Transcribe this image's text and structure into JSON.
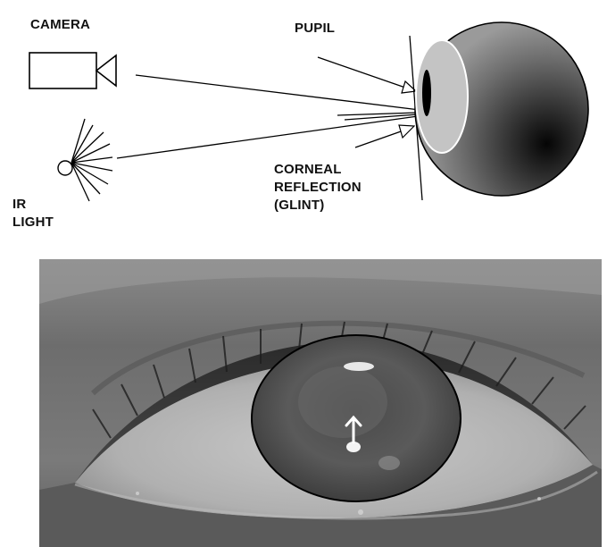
{
  "diagram": {
    "camera_label": "CAMERA",
    "pupil_label": "PUPIL",
    "corneal_reflection_label_lines": [
      "CORNEAL",
      "REFLECTION",
      "(GLINT)"
    ],
    "ir_light_label_lines": [
      "IR",
      "LIGHT"
    ]
  },
  "photo": {
    "subject": "eye-closeup",
    "overlay": [
      "iris-circle",
      "gaze-arrow"
    ]
  }
}
